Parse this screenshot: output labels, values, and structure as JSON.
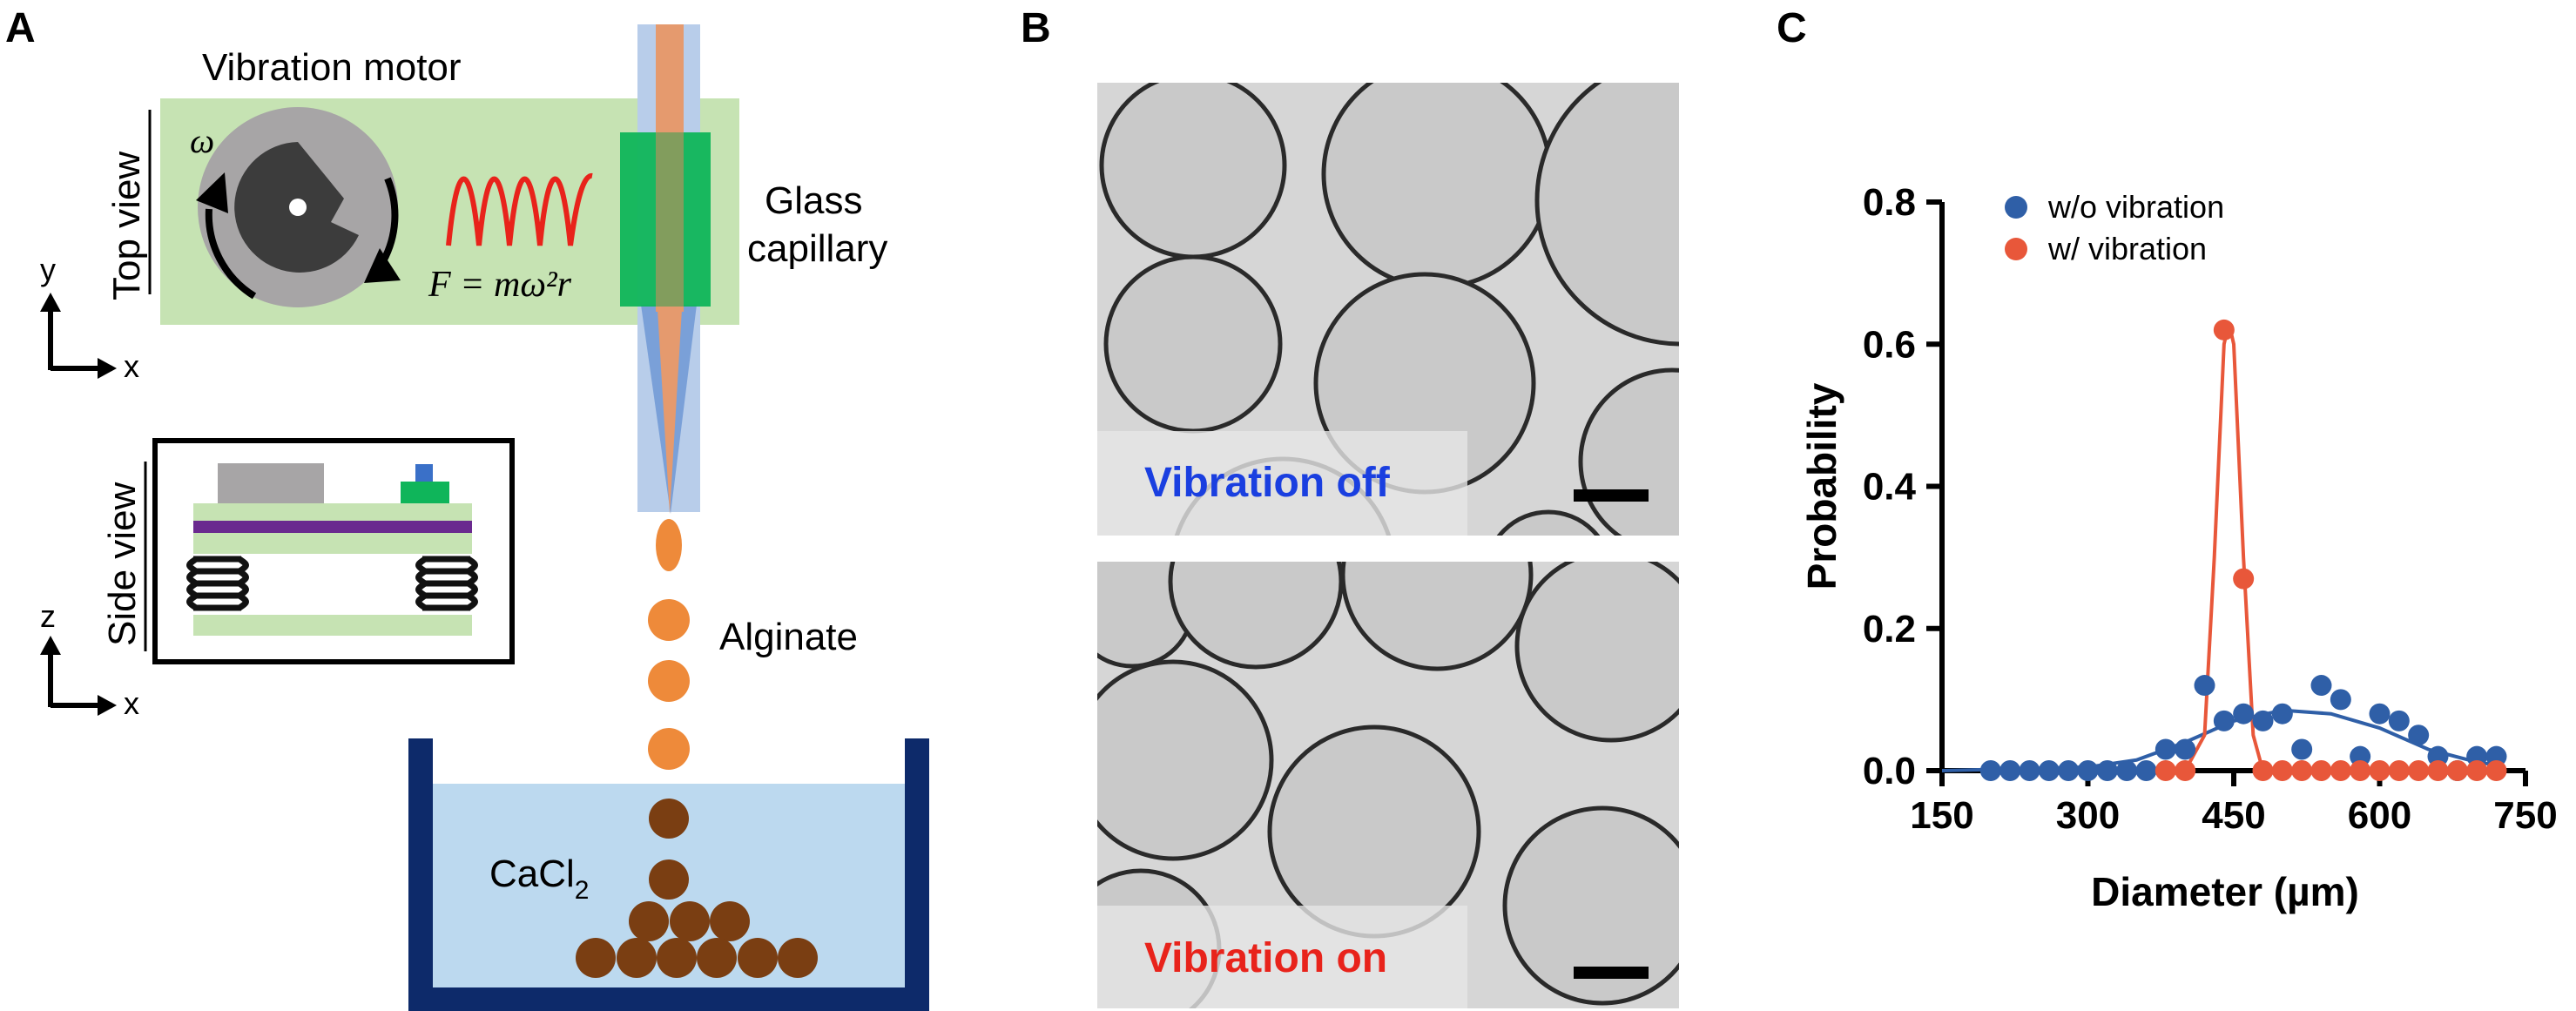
{
  "panels": {
    "a": {
      "letter": "A",
      "motor_title": "Vibration motor",
      "omega": "ω",
      "top_view": "Top view",
      "side_view": "Side view",
      "formula": "F = mω²r",
      "glass": "Glass",
      "capillary": "capillary",
      "alginate": "Alginate",
      "cacl": "CaCl",
      "cacl_sub": "2",
      "axis_y": "y",
      "axis_x": "x",
      "axis_z": "z",
      "axis_x2": "x"
    },
    "b": {
      "letter": "B",
      "off_label": "Vibration off",
      "on_label": "Vibration on"
    },
    "c": {
      "letter": "C"
    }
  },
  "colors": {
    "green_plate": "#c6e3b3",
    "green_block": "#0fb55a",
    "orange_drop": "#ee8a3a",
    "brown_bead": "#7a3e12",
    "bath_blue": "#bcd9ef",
    "bath_wall": "#0d2a6a",
    "series_blue": "#2f5fa7",
    "series_orange": "#e8573a",
    "vib_off_text": "#1a3fe0",
    "vib_on_text": "#e8231b"
  },
  "chart_data": {
    "type": "scatter",
    "xlabel": "Diameter (µm)",
    "ylabel": "Probability",
    "xlim": [
      150,
      750
    ],
    "ylim": [
      0,
      0.8
    ],
    "xticks": [
      150,
      300,
      450,
      600,
      750
    ],
    "yticks": [
      0.0,
      0.2,
      0.4,
      0.6,
      0.8
    ],
    "xtick_labels": [
      "150",
      "300",
      "450",
      "600",
      "750"
    ],
    "ytick_labels": [
      "0.0",
      "0.2",
      "0.4",
      "0.6",
      "0.8"
    ],
    "legend_position": "top-left",
    "series": [
      {
        "name": "w/o vibration",
        "color": "#2f5fa7",
        "x": [
          200,
          220,
          240,
          260,
          280,
          300,
          320,
          340,
          360,
          380,
          400,
          420,
          440,
          460,
          480,
          500,
          520,
          540,
          560,
          580,
          600,
          620,
          640,
          660,
          680,
          700,
          720
        ],
        "y": [
          0.0,
          0.0,
          0.0,
          0.0,
          0.0,
          0.0,
          0.0,
          0.0,
          0.0,
          0.03,
          0.03,
          0.12,
          0.07,
          0.08,
          0.07,
          0.08,
          0.03,
          0.12,
          0.1,
          0.02,
          0.08,
          0.07,
          0.05,
          0.02,
          0.0,
          0.02,
          0.02
        ],
        "fit_x": [
          150,
          300,
          350,
          400,
          450,
          500,
          550,
          600,
          650,
          700,
          720
        ],
        "fit_y": [
          0.0,
          0.005,
          0.015,
          0.04,
          0.07,
          0.085,
          0.08,
          0.06,
          0.03,
          0.012,
          0.008
        ]
      },
      {
        "name": "w/ vibration",
        "color": "#e8573a",
        "x": [
          380,
          400,
          440,
          460,
          480,
          500,
          520,
          540,
          560,
          580,
          600,
          620,
          640,
          660,
          680,
          700,
          720
        ],
        "y": [
          0.0,
          0.0,
          0.62,
          0.27,
          0.0,
          0.0,
          0.0,
          0.0,
          0.0,
          0.0,
          0.0,
          0.0,
          0.0,
          0.0,
          0.0,
          0.0,
          0.0
        ],
        "fit_x": [
          380,
          400,
          420,
          430,
          440,
          445,
          450,
          460,
          470,
          480,
          500,
          720
        ],
        "fit_y": [
          0.0,
          0.0,
          0.05,
          0.3,
          0.6,
          0.63,
          0.6,
          0.3,
          0.05,
          0.0,
          0.0,
          0.0
        ]
      }
    ]
  }
}
